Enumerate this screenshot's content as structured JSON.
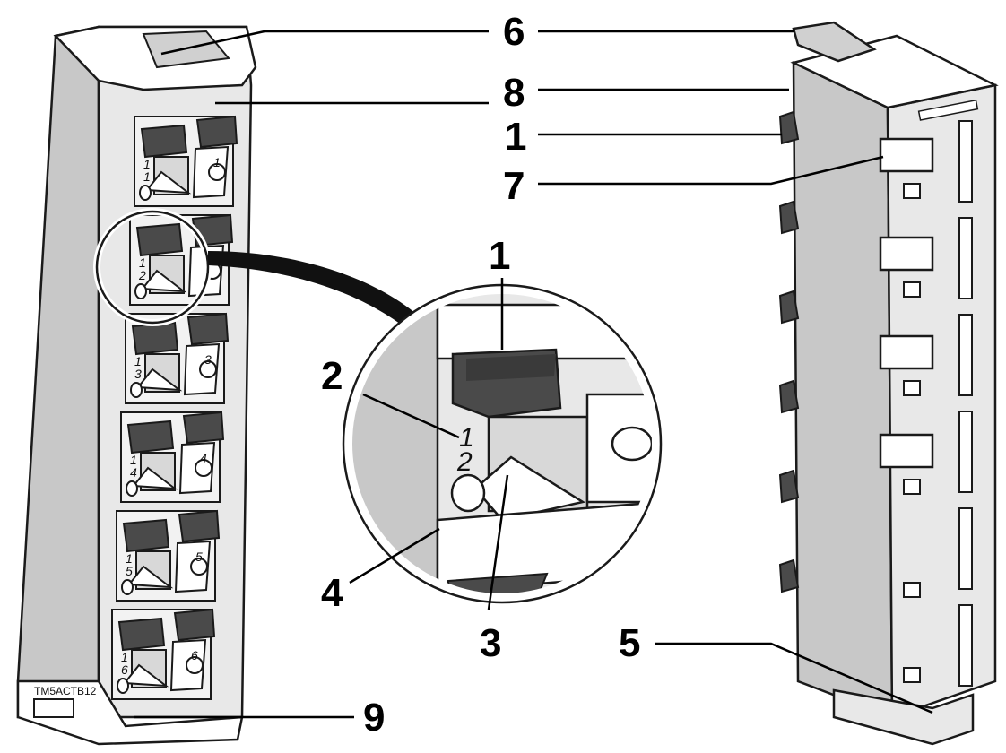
{
  "figure": {
    "model_label": "TM5ACTB12",
    "callouts": {
      "c1_right": "1",
      "c1_zoom": "1",
      "c2": "2",
      "c3": "3",
      "c4": "4",
      "c5": "5",
      "c6": "6",
      "c7": "7",
      "c8": "8",
      "c9": "9"
    },
    "terminal_numbers": [
      {
        "left": "1",
        "right": "1",
        "index": "1"
      },
      {
        "left": "1",
        "right": "2",
        "index": "2"
      },
      {
        "left": "1",
        "right": "3",
        "index": "3"
      },
      {
        "left": "1",
        "right": "4",
        "index": "4"
      },
      {
        "left": "1",
        "right": "5",
        "index": "5"
      },
      {
        "left": "1",
        "right": "6",
        "index": "6"
      }
    ],
    "zoom_numbers": {
      "top": "1",
      "bottom": "2"
    }
  },
  "colors": {
    "body": "#c8c8c8",
    "body_dark": "#9e9e9e",
    "clamp": "#4a4a4a",
    "outline": "#1a1a1a",
    "white": "#ffffff"
  }
}
